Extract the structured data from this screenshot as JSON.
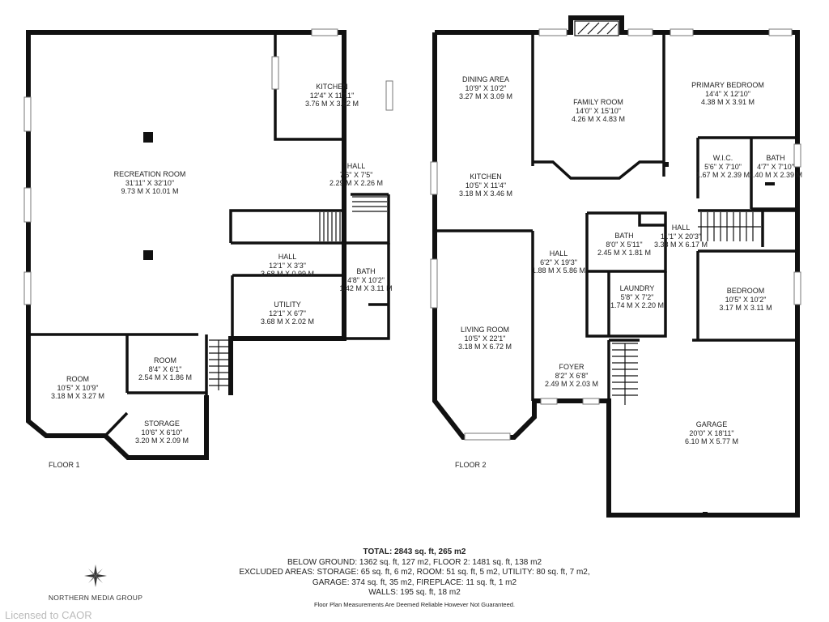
{
  "floors": [
    {
      "label": "FLOOR 1",
      "rooms": [
        {
          "name": "RECREATION ROOM",
          "dims_imperial": "31'11\" X 32'10\"",
          "dims_metric": "9.73 M X 10.01 M"
        },
        {
          "name": "KITCHEN",
          "dims_imperial": "12'4\" X 11'11\"",
          "dims_metric": "3.76 M X 3.62 M"
        },
        {
          "name": "HALL",
          "dims_imperial": "7'6\" X 7'5\"",
          "dims_metric": "2.29 M X 2.26 M"
        },
        {
          "name": "HALL",
          "dims_imperial": "12'1\" X 3'3\"",
          "dims_metric": "3.68 M X 0.99 M"
        },
        {
          "name": "BATH",
          "dims_imperial": "4'8\" X 10'2\"",
          "dims_metric": "1.42 M X 3.11 M"
        },
        {
          "name": "UTILITY",
          "dims_imperial": "12'1\" X 6'7\"",
          "dims_metric": "3.68 M X 2.02 M"
        },
        {
          "name": "ROOM",
          "dims_imperial": "10'5\" X 10'9\"",
          "dims_metric": "3.18 M X 3.27 M"
        },
        {
          "name": "ROOM",
          "dims_imperial": "8'4\" X 6'1\"",
          "dims_metric": "2.54 M X 1.86 M"
        },
        {
          "name": "STORAGE",
          "dims_imperial": "10'6\" X 6'10\"",
          "dims_metric": "3.20 M X 2.09 M"
        }
      ]
    },
    {
      "label": "FLOOR 2",
      "rooms": [
        {
          "name": "DINING AREA",
          "dims_imperial": "10'9\" X 10'2\"",
          "dims_metric": "3.27 M X 3.09 M"
        },
        {
          "name": "FAMILY ROOM",
          "dims_imperial": "14'0\" X 15'10\"",
          "dims_metric": "4.26 M X 4.83 M"
        },
        {
          "name": "PRIMARY BEDROOM",
          "dims_imperial": "14'4\" X 12'10\"",
          "dims_metric": "4.38 M X 3.91 M"
        },
        {
          "name": "W.I.C.",
          "dims_imperial": "5'6\" X 7'10\"",
          "dims_metric": "1.67 M X 2.39 M"
        },
        {
          "name": "BATH",
          "dims_imperial": "4'7\" X 7'10\"",
          "dims_metric": "1.40 M X 2.39 M"
        },
        {
          "name": "KITCHEN",
          "dims_imperial": "10'5\" X 11'4\"",
          "dims_metric": "3.18 M X 3.46 M"
        },
        {
          "name": "BATH",
          "dims_imperial": "8'0\" X 5'11\"",
          "dims_metric": "2.45 M X 1.81 M"
        },
        {
          "name": "HALL",
          "dims_imperial": "11'1\" X 20'3\"",
          "dims_metric": "3.38 M X 6.17 M"
        },
        {
          "name": "HALL",
          "dims_imperial": "6'2\" X 19'3\"",
          "dims_metric": "1.88 M X 5.86 M"
        },
        {
          "name": "LAUNDRY",
          "dims_imperial": "5'8\" X 7'2\"",
          "dims_metric": "1.74 M X 2.20 M"
        },
        {
          "name": "BEDROOM",
          "dims_imperial": "10'5\" X 10'2\"",
          "dims_metric": "3.17 M X 3.11 M"
        },
        {
          "name": "LIVING ROOM",
          "dims_imperial": "10'5\" X 22'1\"",
          "dims_metric": "3.18 M X 6.72 M"
        },
        {
          "name": "FOYER",
          "dims_imperial": "8'2\" X 6'8\"",
          "dims_metric": "2.49 M X 2.03 M"
        },
        {
          "name": "GARAGE",
          "dims_imperial": "20'0\" X 18'11\"",
          "dims_metric": "6.10 M X 5.77 M"
        }
      ]
    }
  ],
  "summary": {
    "total": "TOTAL: 2843 sq. ft, 265 m2",
    "below_ground": "BELOW GROUND: 1362 sq. ft, 127 m2, FLOOR 2: 1481 sq. ft, 138 m2",
    "excluded_1": "EXCLUDED AREAS: STORAGE: 65 sq. ft, 6 m2, ROOM: 51 sq. ft, 5 m2, UTILITY: 80 sq. ft, 7 m2,",
    "excluded_2": "GARAGE: 374 sq. ft, 35 m2, FIREPLACE: 11 sq. ft, 1 m2",
    "walls": "WALLS: 195 sq. ft, 18 m2"
  },
  "disclaimer": "Floor Plan Measurements Are Deemed Reliable However Not Guaranteed.",
  "brand": {
    "name": "NORTHERN MEDIA GROUP",
    "icon": "compass-rose-icon"
  },
  "watermark": "Licensed to CAOR"
}
